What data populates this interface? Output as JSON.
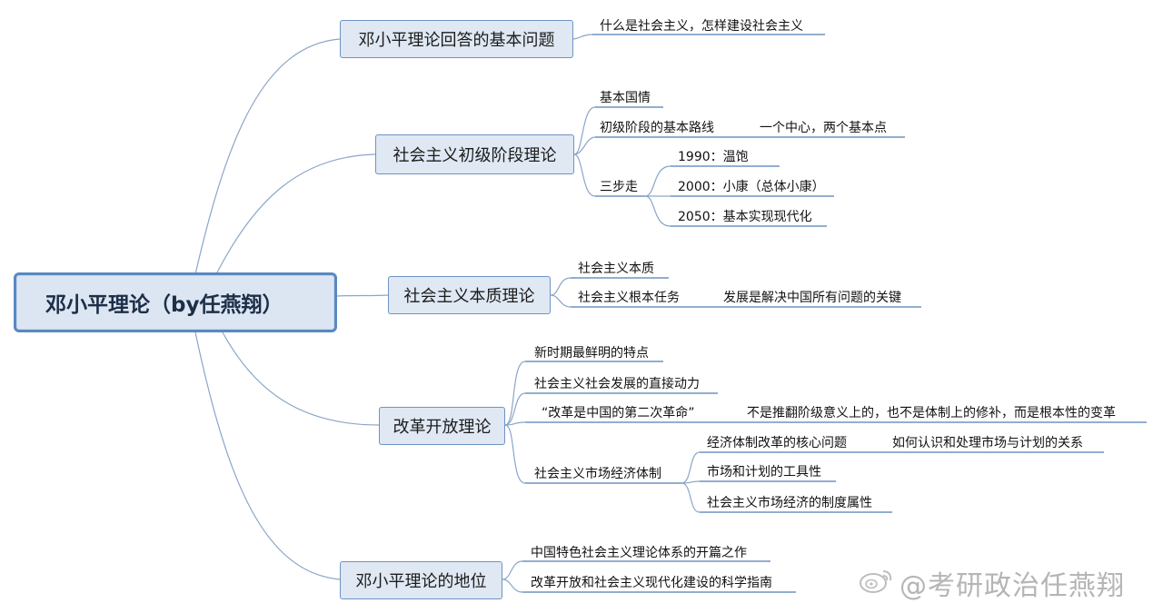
{
  "root": "邓小平理论（by任燕翔）",
  "topics": [
    {
      "label": "邓小平理论回答的基本问题",
      "children": [
        "什么是社会主义，怎样建设社会主义"
      ]
    },
    {
      "label": "社会主义初级阶段理论",
      "children": [
        "基本国情",
        "初级阶段的基本路线",
        "一个中心，两个基本点",
        "三步走",
        "1990：温饱",
        "2000：小康（总体小康）",
        "2050：基本实现现代化"
      ]
    },
    {
      "label": "社会主义本质理论",
      "children": [
        "社会主义本质",
        "社会主义根本任务",
        "发展是解决中国所有问题的关键"
      ]
    },
    {
      "label": "改革开放理论",
      "children": [
        "新时期最鲜明的特点",
        "社会主义社会发展的直接动力",
        "“改革是中国的第二次革命”",
        "不是推翻阶级意义上的，也不是体制上的修补，而是根本性的变革",
        "社会主义市场经济体制",
        "经济体制改革的核心问题",
        "如何认识和处理市场与计划的关系",
        "市场和计划的工具性",
        "社会主义市场经济的制度属性"
      ]
    },
    {
      "label": "邓小平理论的地位",
      "children": [
        "中国特色社会主义理论体系的开篇之作",
        "改革开放和社会主义现代化建设的科学指南"
      ]
    }
  ],
  "watermark": "@考研政治任燕翔",
  "colors": {
    "line": "#8aa6c8",
    "topic_fill": "#dfe8f3",
    "topic_border": "#6e93c4",
    "root_border": "#5a88c2",
    "underline": "#6f93c0"
  }
}
